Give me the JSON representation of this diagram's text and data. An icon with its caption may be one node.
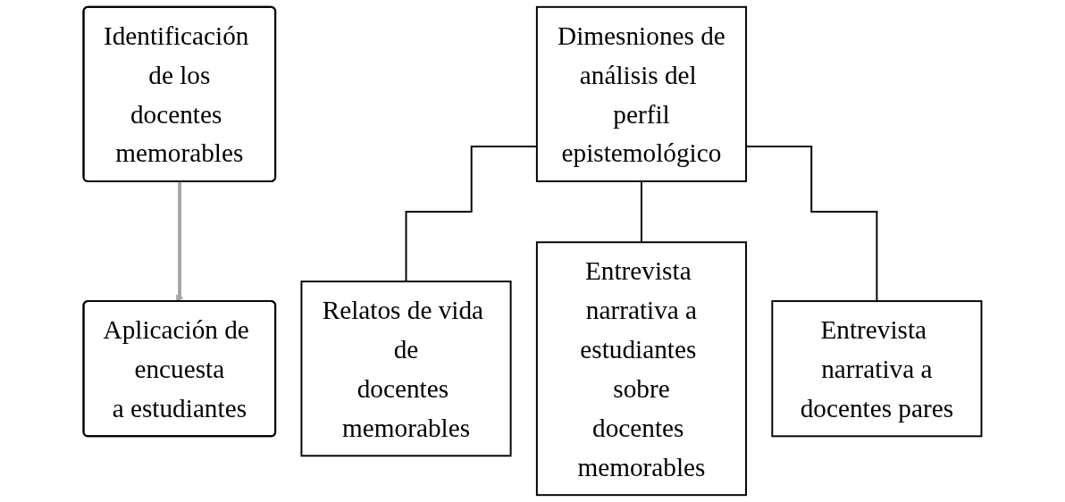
{
  "diagram": {
    "nodes": [
      {
        "text": [
          "Identificación de los docentes memorables"
        ]
      },
      {
        "text": [
          "Aplicación de encuesta a estudiantes"
        ]
      },
      {
        "text": [
          "Dimesniones de análisis del perfil epistemológico"
        ]
      },
      {
        "text": [
          "Relatos de vida de docentes memorables"
        ]
      },
      {
        "text": [
          "Entrevista narrativa a estudiantes sobre docentes memorables"
        ]
      },
      {
        "text": [
          "Entrevista narrativa a docentes pares"
        ]
      }
    ],
    "edges": [
      {
        "from": 0,
        "to": 1,
        "arrow": "to",
        "style": "thick",
        "color": "#a6a6a6"
      },
      {
        "from": 2,
        "to": 3,
        "arrow": "none"
      },
      {
        "from": 2,
        "to": 4,
        "arrow": "none"
      },
      {
        "from": 2,
        "to": 5,
        "arrow": "none"
      }
    ]
  }
}
